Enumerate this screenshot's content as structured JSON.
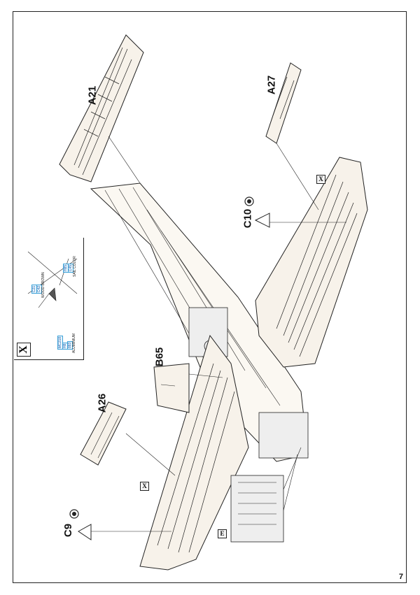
{
  "labels": {
    "a21": "A21",
    "a27": "A27",
    "a26": "A26",
    "b65": "B65",
    "c10": "C10",
    "c9": "C9"
  },
  "markers": {
    "x": "X",
    "e": "E"
  },
  "inset": {
    "title": "X",
    "callout_left": {
      "codes": [
        "C21",
        "C42"
      ],
      "name": "WOOD BROWN"
    },
    "callout_right": {
      "codes": [
        "H85",
        "C45"
      ],
      "name": "SAIL COLOR"
    },
    "callout_bottom": {
      "codes": [
        "MC218",
        "H8",
        "883"
      ],
      "name": "ALUMINIUM"
    }
  },
  "page_number": "7",
  "colors": {
    "line": "#222222",
    "chip_border": "#3aa0d8",
    "chip_text": "#1a5fb0"
  }
}
